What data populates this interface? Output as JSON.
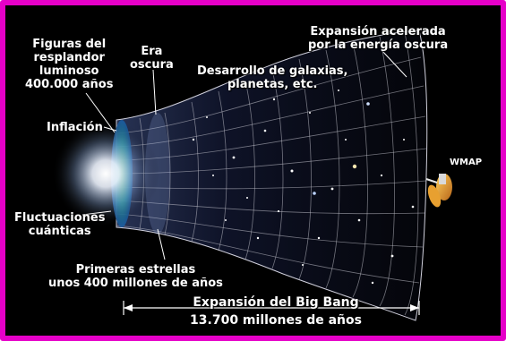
{
  "labels": {
    "cmb_l1": "Figuras del",
    "cmb_l2": "resplandor",
    "cmb_l3": "luminoso",
    "cmb_l4": "400.000 años",
    "dark_l1": "Era",
    "dark_l2": "oscura",
    "galaxies_l1": "Desarrollo de galaxias,",
    "galaxies_l2": "planetas, etc.",
    "accel_l1": "Expansión acelerada",
    "accel_l2": "por la energía oscura",
    "inflation": "Inflación",
    "quantum_l1": "Fluctuaciones",
    "quantum_l2": "cuánticas",
    "stars_l1": "Primeras estrellas",
    "stars_l2": "unos 400 millones de años",
    "wmap": "WMAP",
    "timeline_l1": "Expansión del Big Bang",
    "timeline_l2": "13.700 millones de años"
  },
  "colors": {
    "border": "#e600c8",
    "background": "#000000",
    "text": "#ffffff",
    "grid": "#c8c8d2",
    "cmb": "#2aa37a"
  }
}
